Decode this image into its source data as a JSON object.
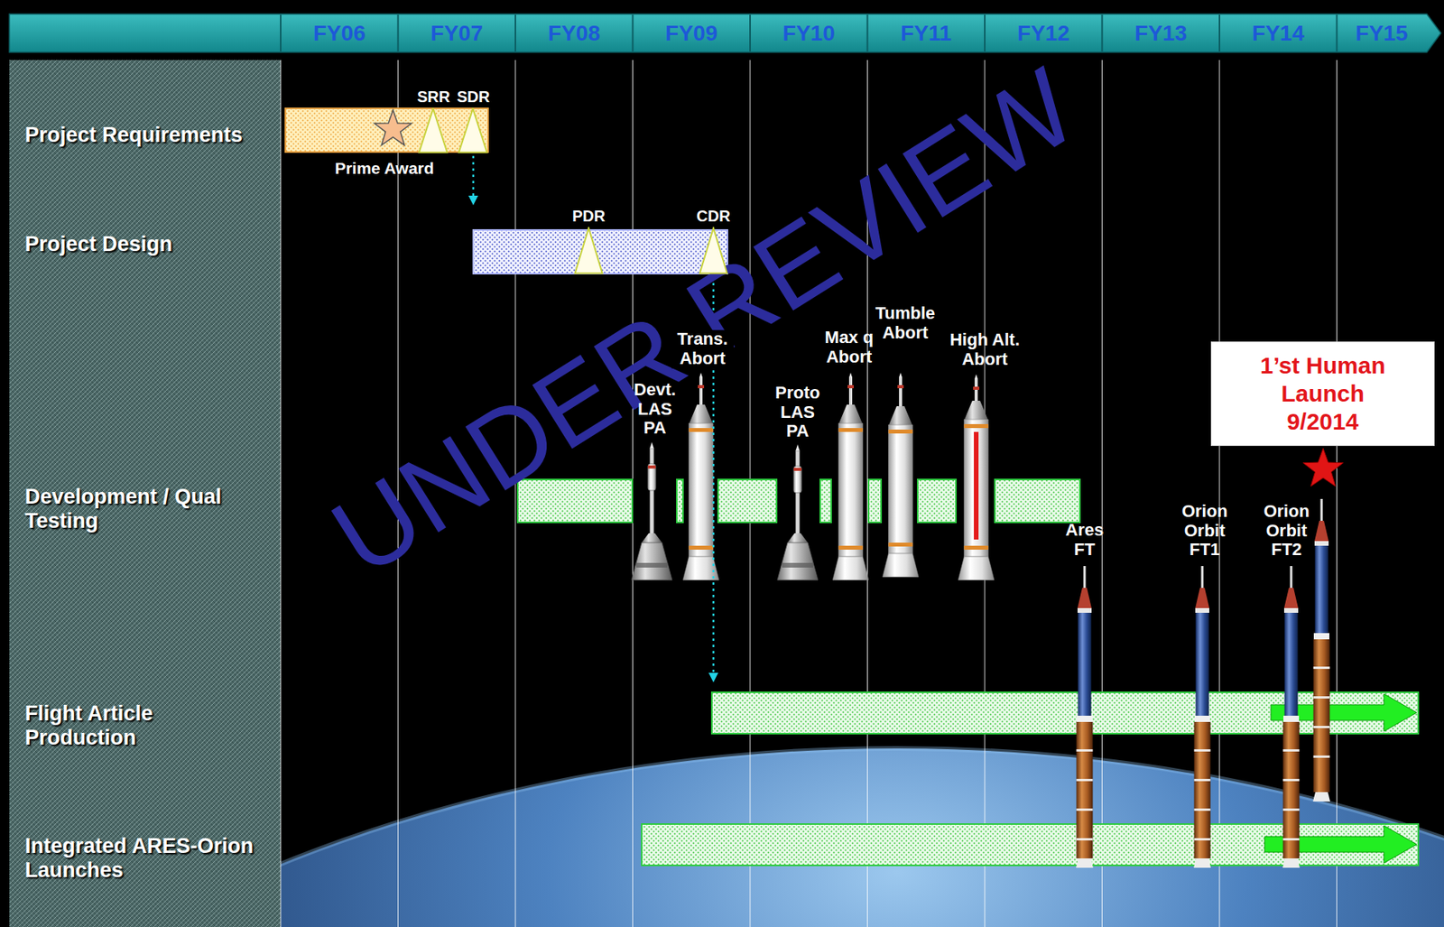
{
  "diagram": {
    "nodes": [
      {
        "text": [
          "Project Requirements"
        ]
      },
      {
        "text": [
          "SRR"
        ],
        "in": 0
      },
      {
        "text": [
          "SDR"
        ],
        "in": 0
      },
      {
        "text": [
          "Project Design"
        ]
      },
      {
        "text": [
          "PDR"
        ],
        "in": 3
      },
      {
        "text": [
          "CDR"
        ],
        "in": 3
      },
      {
        "text": [
          "Development / Qual Testing"
        ]
      },
      {
        "text": [
          "1’st Human Launch 9/2014"
        ],
        "in": 6
      },
      {
        "text": [
          "Flight Article Production"
        ]
      },
      {
        "text": [
          "Integrated ARES-Orion Launches"
        ]
      }
    ],
    "edges": [
      {
        "from": 2,
        "to": 3,
        "arrow": "to"
      },
      {
        "from": 5,
        "to": 8,
        "arrow": "to"
      }
    ],
    "labels": [
      "FY06",
      "FY07",
      "FY08",
      "FY09",
      "FY10",
      "FY11",
      "FY12",
      "FY13",
      "FY14",
      "FY15",
      "Prime Award",
      "Devt. LAS PA",
      "Trans. Abort",
      "Proto LAS PA",
      "Max q Abort",
      "Tumble Abort",
      "High Alt. Abort",
      "Ares FT",
      "Orion Orbit FT1",
      "Orion Orbit FT2",
      "UNDER REVIEW"
    ]
  }
}
